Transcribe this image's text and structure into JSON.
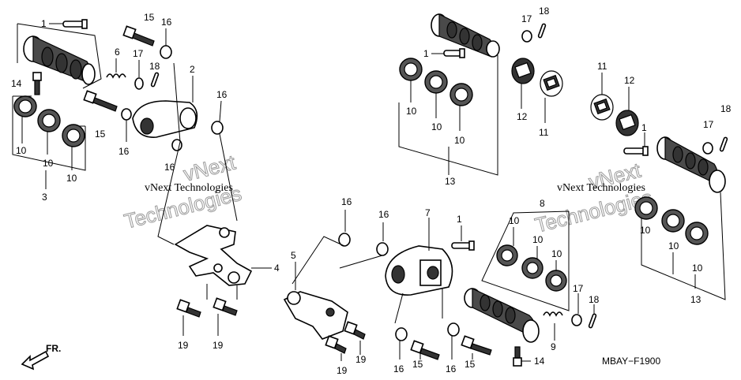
{
  "diagram_code": "MBAY−F1900",
  "front_label": "FR.",
  "watermark": {
    "line1": "vNext",
    "line2": "Technologies",
    "small": "vNext Technologies"
  },
  "callouts": {
    "c1a": "1",
    "c1b": "1",
    "c1c": "1",
    "c1d": "1",
    "c2": "2",
    "c3": "3",
    "c4": "4",
    "c5": "5",
    "c6": "6",
    "c7": "7",
    "c8": "8",
    "c9": "9",
    "c10a": "10",
    "c10b": "10",
    "c10c": "10",
    "c10d": "10",
    "c10e": "10",
    "c10f": "10",
    "c10g": "10",
    "c10h": "10",
    "c10i": "10",
    "c10j": "10",
    "c10k": "10",
    "c10l": "10",
    "c11a": "11",
    "c11b": "11",
    "c12a": "12",
    "c12b": "12",
    "c13a": "13",
    "c13b": "13",
    "c14a": "14",
    "c14b": "14",
    "c15a": "15",
    "c15b": "15",
    "c15c": "15",
    "c15d": "15",
    "c16a": "16",
    "c16b": "16",
    "c16c": "16",
    "c16d": "16",
    "c16e": "16",
    "c16f": "16",
    "c16g": "16",
    "c16h": "16",
    "c17a": "17",
    "c17b": "17",
    "c17c": "17",
    "c17d": "17",
    "c18a": "18",
    "c18b": "18",
    "c18c": "18",
    "c18d": "18",
    "c19a": "19",
    "c19b": "19",
    "c19c": "19",
    "c19d": "19"
  }
}
